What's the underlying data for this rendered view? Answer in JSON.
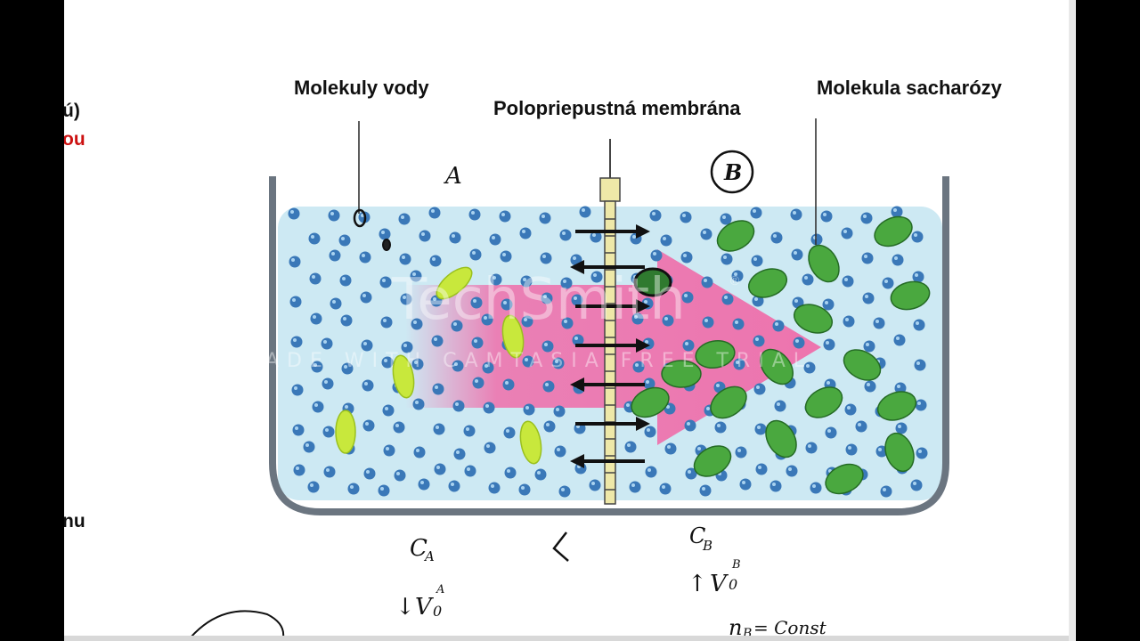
{
  "left_margin_fragments": {
    "line1": "ú)",
    "line2": "ou",
    "line3": "nu"
  },
  "labels": {
    "water_molecules": "Molekuly vody",
    "membrane": "Polopriepustná membrána",
    "sucrose_molecule": "Molekula sacharózy"
  },
  "annotations": {
    "side_a": "A",
    "side_b": "B",
    "conc_a": "C",
    "conc_a_sub": "A",
    "relation": "<",
    "conc_b": "C",
    "conc_b_sub": "B",
    "vol_a_arrow": "↓",
    "vol_a": "V",
    "vol_a_sub": "0",
    "vol_a_sup": "A",
    "vol_b_arrow": "↑",
    "vol_b": "V",
    "vol_b_sub": "0",
    "vol_b_sup": "B",
    "n_b": "n",
    "n_b_sub": "B",
    "n_b_eq": "= Const"
  },
  "watermark": {
    "brand": "TechSmith",
    "trademark": "®",
    "subtitle": "MADE WITH CAMTASIA FREE TRIAL"
  },
  "colors": {
    "water": "#cde9f3",
    "water_molecule": "#3a78b8",
    "sucrose": "#4aa83f",
    "sucrose_highlight": "#c8e83c",
    "osmosis_arrow": "#f06aa8",
    "membrane": "#eee8a8",
    "container": "#6b7580"
  }
}
